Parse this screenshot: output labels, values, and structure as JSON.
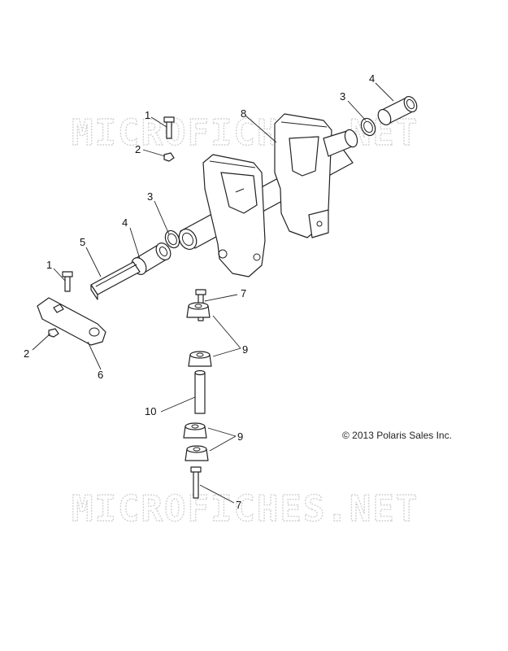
{
  "watermarks": [
    "MICROFICHES.NET",
    "MICROFICHES.NET"
  ],
  "callouts": [
    "1",
    "2",
    "3",
    "4",
    "5",
    "1",
    "2",
    "6",
    "8",
    "3",
    "4",
    "7",
    "9",
    "10",
    "9",
    "7"
  ],
  "copyright": "© 2013 Polaris Sales Inc."
}
